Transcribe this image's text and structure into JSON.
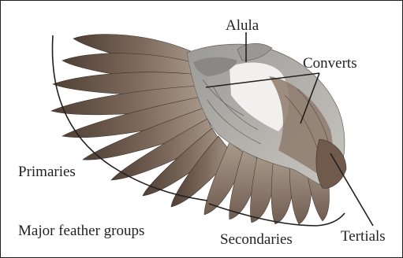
{
  "figure": {
    "labels": {
      "alula": "Alula",
      "coverts": "Converts",
      "primaries": "Primaries",
      "secondaries": "Secondaries",
      "tertials": "Tertials"
    },
    "caption": "Major feather groups",
    "colors": {
      "line": "#231f20",
      "feather_dark": "#5b4a3f",
      "feather_mid": "#8d7b6c",
      "feather_light": "#c8bcb0",
      "covert_grey": "#a9a7a3",
      "covert_white": "#f1f0ee"
    }
  }
}
